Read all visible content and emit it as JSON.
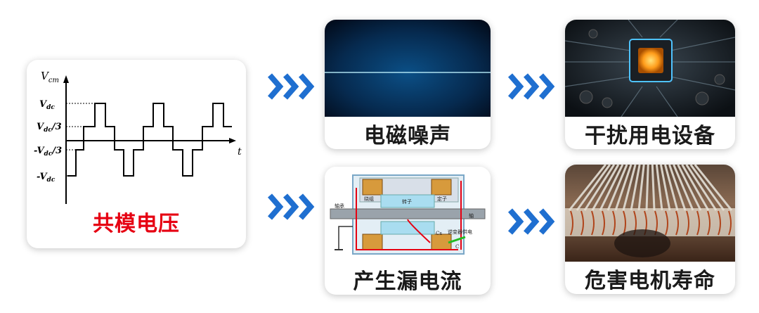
{
  "waveform_card": {
    "caption": "共模电压",
    "axis_y_label": "V",
    "axis_y_sub": "cm",
    "axis_x_label": "t",
    "ticks": [
      {
        "label": "V",
        "sub": "dc",
        "suffix": ""
      },
      {
        "label": "V",
        "sub": "dc",
        "suffix": "/3"
      },
      {
        "label": "-V",
        "sub": "dc",
        "suffix": "/3"
      },
      {
        "label": "-V",
        "sub": "dc",
        "suffix": ""
      }
    ]
  },
  "noise_card": {
    "caption": "电磁噪声"
  },
  "device_card": {
    "caption": "干扰用电设备"
  },
  "leakage_card": {
    "caption": "产生漏电流",
    "diagram_labels": {
      "winding": "绕组",
      "stator": "定子",
      "rotor": "转子",
      "bearing": "轴承",
      "shaft": "轴",
      "inverter": "逆变器供电",
      "cs": "Cs",
      "c": "C"
    }
  },
  "life_card": {
    "caption": "危害电机寿命"
  },
  "colors": {
    "arrow": "#1f6fd0",
    "caption_red": "#e60012",
    "caption_dark": "#1a1a1a"
  }
}
